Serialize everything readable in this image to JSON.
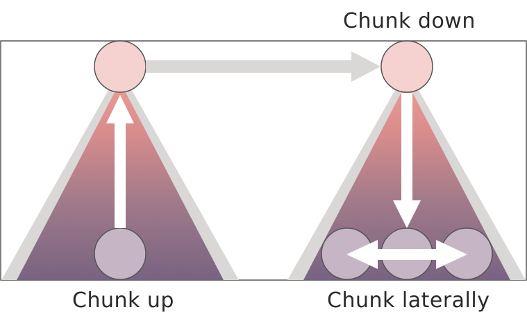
{
  "labels": {
    "chunk_down": "Chunk down",
    "chunk_up": "Chunk up",
    "chunk_laterally": "Chunk laterally"
  },
  "colors": {
    "frame_border": "#555555",
    "triangle_outline": "#d9d8d6",
    "gradient_top": "#e8978e",
    "gradient_bottom": "#7a6480",
    "top_node_fill": "#f5d2cf",
    "bottom_node_fill": "#c5b5c5",
    "node_stroke": "#555555",
    "arrow_white": "#ffffff",
    "connector_arrow": "#d9d8d6"
  }
}
